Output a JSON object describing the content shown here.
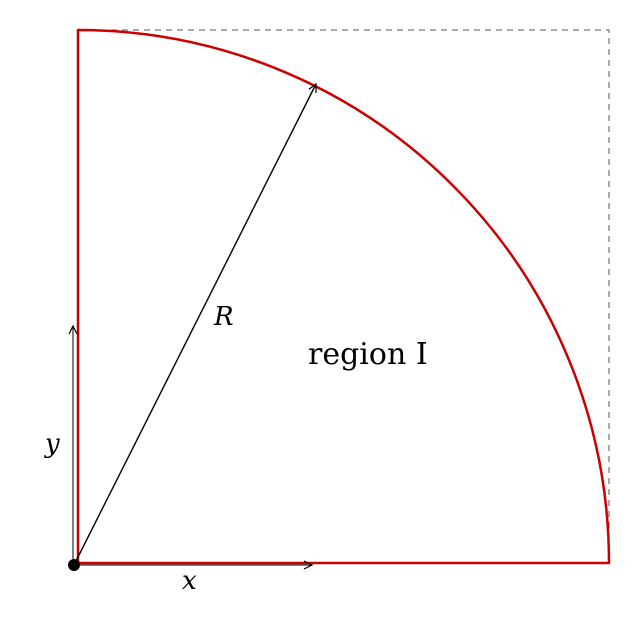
{
  "labels": {
    "radius": "R",
    "x_axis": "x",
    "y_axis": "y",
    "region": "region I"
  },
  "colors": {
    "boundary": "#cc0000",
    "ink": "#000000",
    "bounding_box": "#555555"
  }
}
